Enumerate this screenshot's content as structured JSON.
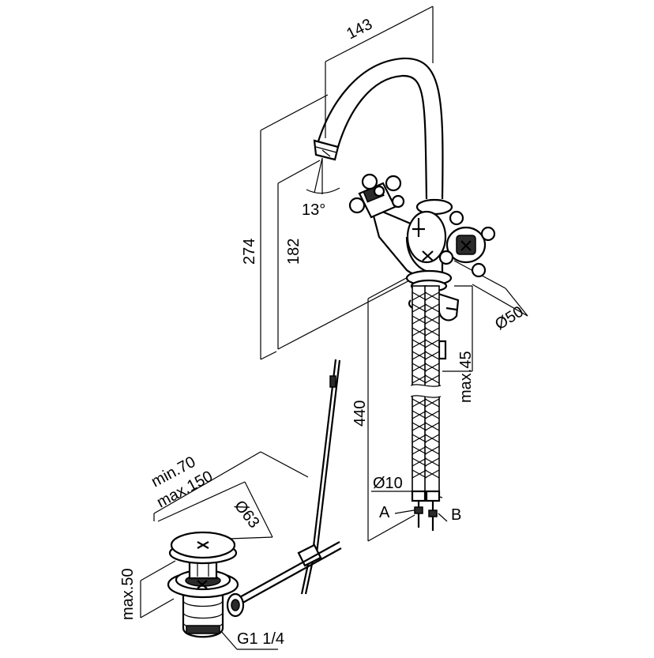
{
  "labels": {
    "width_143": "143",
    "height_274": "274",
    "height_182": "182",
    "angle_13": "13°",
    "diameter_50": "Ø50",
    "max_45": "max.45",
    "length_440": "440",
    "diameter_10": "Ø10",
    "hose_a": "A",
    "hose_b": "B",
    "min_70": "min.70",
    "max_150": "max.150",
    "diameter_63": "Ø63",
    "max_50": "max.50",
    "thread_g114": "G1 1/4"
  },
  "colors": {
    "line": "#000000",
    "background": "#ffffff",
    "fill_dark": "#2b2b2b"
  }
}
